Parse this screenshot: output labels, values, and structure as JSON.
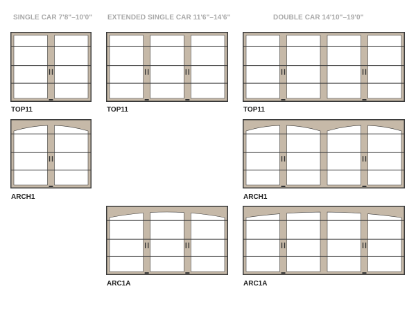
{
  "headers": {
    "single": "SINGLE CAR 7'8\"–10'0\"",
    "extended": "EXTENDED SINGLE CAR 11'6\"–14'6\"",
    "double": "DOUBLE CAR 14'10\"–19'0\""
  },
  "labels": {
    "single_top11": "TOP11",
    "single_arch1": "ARCH1",
    "extended_top11": "TOP11",
    "extended_arc1a": "ARC1A",
    "double_top11": "TOP11",
    "double_arch1": "ARCH1",
    "double_arc1a": "ARC1A"
  },
  "colors": {
    "frame": "#c6b9a8",
    "outline": "#3a3a3a",
    "panel": "#ffffff",
    "handle": "#333333"
  },
  "doors": [
    {
      "id": "single-top11",
      "style": "top11",
      "columns": 2,
      "handles": [
        1
      ]
    },
    {
      "id": "single-arch1",
      "style": "arch1",
      "columns": 2,
      "handles": [
        1
      ]
    },
    {
      "id": "extended-top11",
      "style": "top11",
      "columns": 3,
      "handles": [
        1,
        2
      ]
    },
    {
      "id": "extended-arc1a",
      "style": "arc1a",
      "columns": 3,
      "handles": [
        1,
        2
      ]
    },
    {
      "id": "double-top11",
      "style": "top11",
      "columns": 4,
      "handles": [
        1,
        3
      ]
    },
    {
      "id": "double-arch1",
      "style": "arch1",
      "columns": 4,
      "handles": [
        1,
        3
      ]
    },
    {
      "id": "double-arc1a",
      "style": "arc1a",
      "columns": 4,
      "handles": [
        1,
        3
      ]
    }
  ]
}
